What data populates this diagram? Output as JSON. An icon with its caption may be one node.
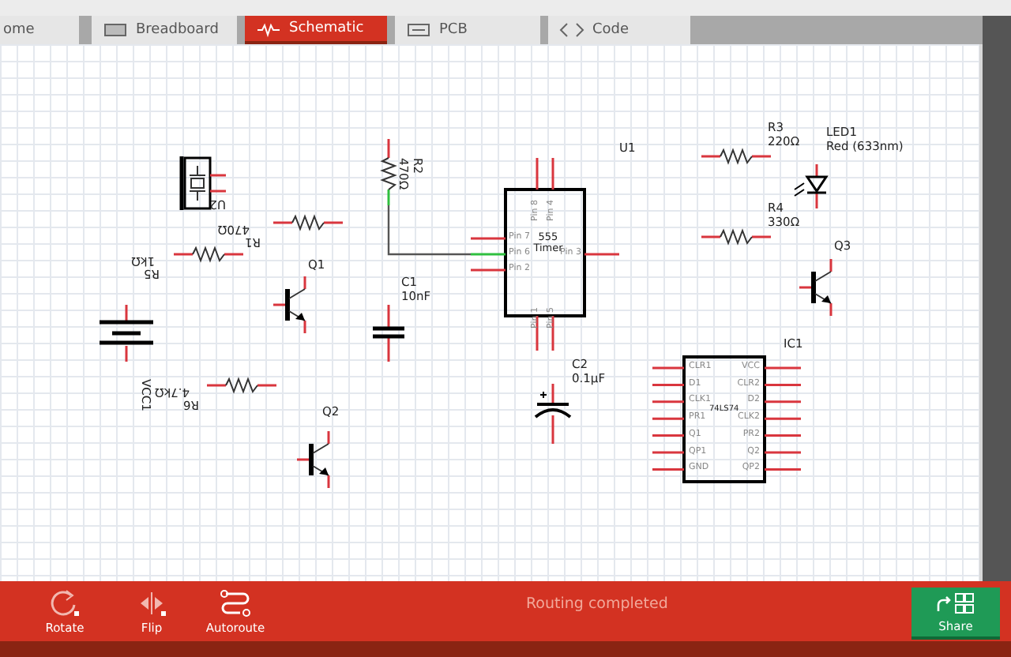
{
  "diagram": {
    "nodes": [
      {
        "text": [],
        "shape": "picture",
        "beside": [
          "R2",
          "470Ω"
        ]
      },
      {
        "text": [
          "Pin 8",
          "Pin 4",
          "Pin 7",
          "Pin 6",
          "555 Timer",
          "Pin 3",
          "Pin 2",
          "Pin 1",
          "Pin 5"
        ],
        "beside": [
          "U1"
        ]
      },
      {
        "text": [],
        "shape": "picture",
        "beside": [
          "R3",
          "220Ω"
        ]
      },
      {
        "text": [],
        "shape": "picture",
        "beside": [
          "LED1",
          "Red (633nm)"
        ]
      },
      {
        "text": [],
        "shape": "picture",
        "beside": [
          "U2"
        ]
      },
      {
        "text": [],
        "shape": "picture",
        "beside": [
          "R1",
          "470Ω"
        ]
      },
      {
        "text": [],
        "shape": "picture",
        "beside": [
          "R4",
          "330Ω"
        ]
      },
      {
        "text": [],
        "shape": "picture",
        "beside": [
          "R5",
          "1kΩ"
        ]
      },
      {
        "text": [],
        "shape": "picture",
        "beside": [
          "Q1"
        ]
      },
      {
        "text": [],
        "shape": "picture",
        "beside": [
          "C1",
          "10nF"
        ]
      },
      {
        "text": [],
        "shape": "picture",
        "beside": [
          "Q3"
        ]
      },
      {
        "text": [],
        "shape": "picture",
        "beside": [
          "VCC1"
        ]
      },
      {
        "text": [
          "CLR1",
          "VCC",
          "D1",
          "CLR2",
          "CLK1",
          "74LS74",
          "D2",
          "PR1",
          "CLK2",
          "Q1",
          "PR2",
          "QP1",
          "Q2",
          "GND",
          "QP2"
        ],
        "beside": [
          "IC1"
        ]
      },
      {
        "text": [],
        "shape": "picture",
        "beside": [
          "C2",
          "0.1µF"
        ]
      },
      {
        "text": [],
        "shape": "picture",
        "beside": [
          "R6",
          "4.7kΩ"
        ]
      },
      {
        "text": [],
        "shape": "picture",
        "beside": [
          "Q2"
        ]
      }
    ],
    "edges": [
      {
        "from": 0,
        "to": 1,
        "arrow": "none"
      }
    ],
    "labels": [
      "ome",
      "Breadboard",
      "Schematic",
      "PCB",
      "Code",
      "Rotate",
      "Flip",
      "Autoroute",
      "Routing completed",
      "Share"
    ]
  }
}
